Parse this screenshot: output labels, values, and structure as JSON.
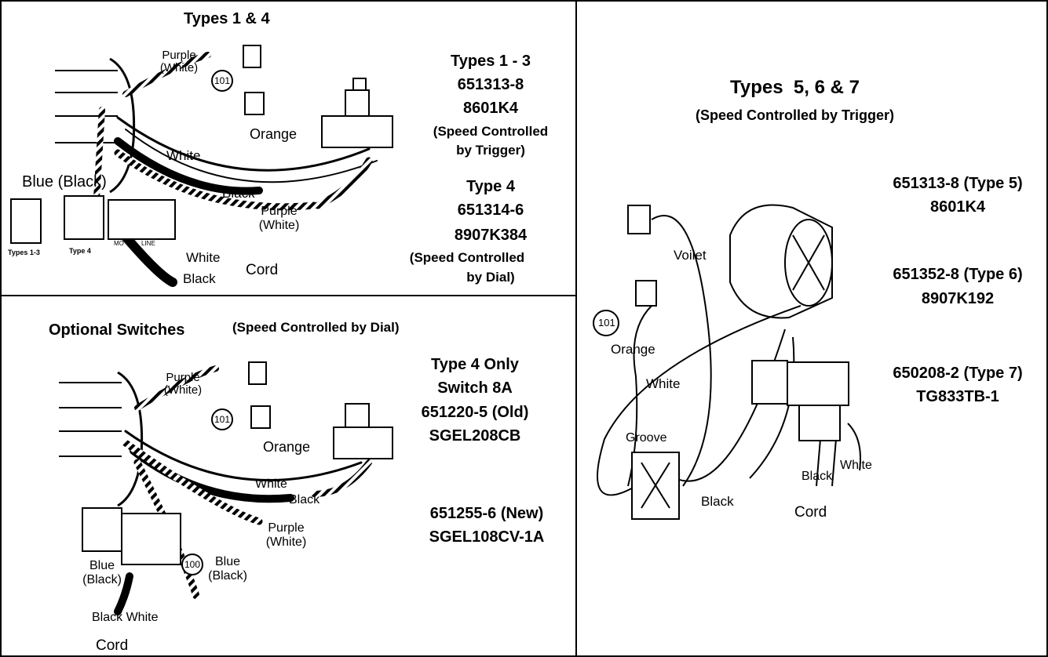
{
  "panel_a": {
    "title": "Types 1 & 4",
    "part_lines": [
      "Types 1 - 3",
      "651313-8",
      "8601K4",
      "(Speed Controlled",
      "by Trigger)",
      "Type 4",
      "651314-6",
      "8907K384",
      "(Speed Controlled",
      "by Dial)"
    ],
    "labels": {
      "purple_white": "Purple\n(White)",
      "n101": "101",
      "orange": "Orange",
      "white": "White",
      "blue_black": "Blue (Black)",
      "black": "Black",
      "purple_white2": "Purple\n(White)",
      "white2": "White",
      "black2": "Black",
      "cord": "Cord",
      "types13": "Types 1-3",
      "type4": "Type 4",
      "line": "LINE",
      "mo": "MO"
    }
  },
  "panel_b": {
    "title": "Optional Switches",
    "title_note": "(Speed Controlled by Dial)",
    "part_lines": [
      "Type 4 Only",
      "Switch 8A",
      "651220-5 (Old)",
      "SGEL208CB",
      "651255-6 (New)",
      "SGEL108CV-1A"
    ],
    "labels": {
      "purple_white": "Purple\n(White)",
      "n101": "101",
      "orange": "Orange",
      "white": "White",
      "black": "Black",
      "purple_white2": "Purple\n(White)",
      "blue_black_l": "Blue\n(Black)",
      "n100": "100",
      "blue_black_r": "Blue\n(Black)",
      "black_white": "Black White",
      "cord": "Cord"
    }
  },
  "panel_c": {
    "title": "Types  5, 6 & 7",
    "subtitle": "(Speed Controlled by Trigger)",
    "part_lines": [
      "651313-8 (Type 5)",
      "8601K4",
      "651352-8 (Type 6)",
      "8907K192",
      "650208-2 (Type 7)",
      "TG833TB-1"
    ],
    "labels": {
      "voilet": "Voilet",
      "n101": "101",
      "orange": "Orange",
      "white": "White",
      "groove": "Groove",
      "black": "Black",
      "black2": "Black",
      "white2": "White",
      "cord": "Cord"
    }
  }
}
